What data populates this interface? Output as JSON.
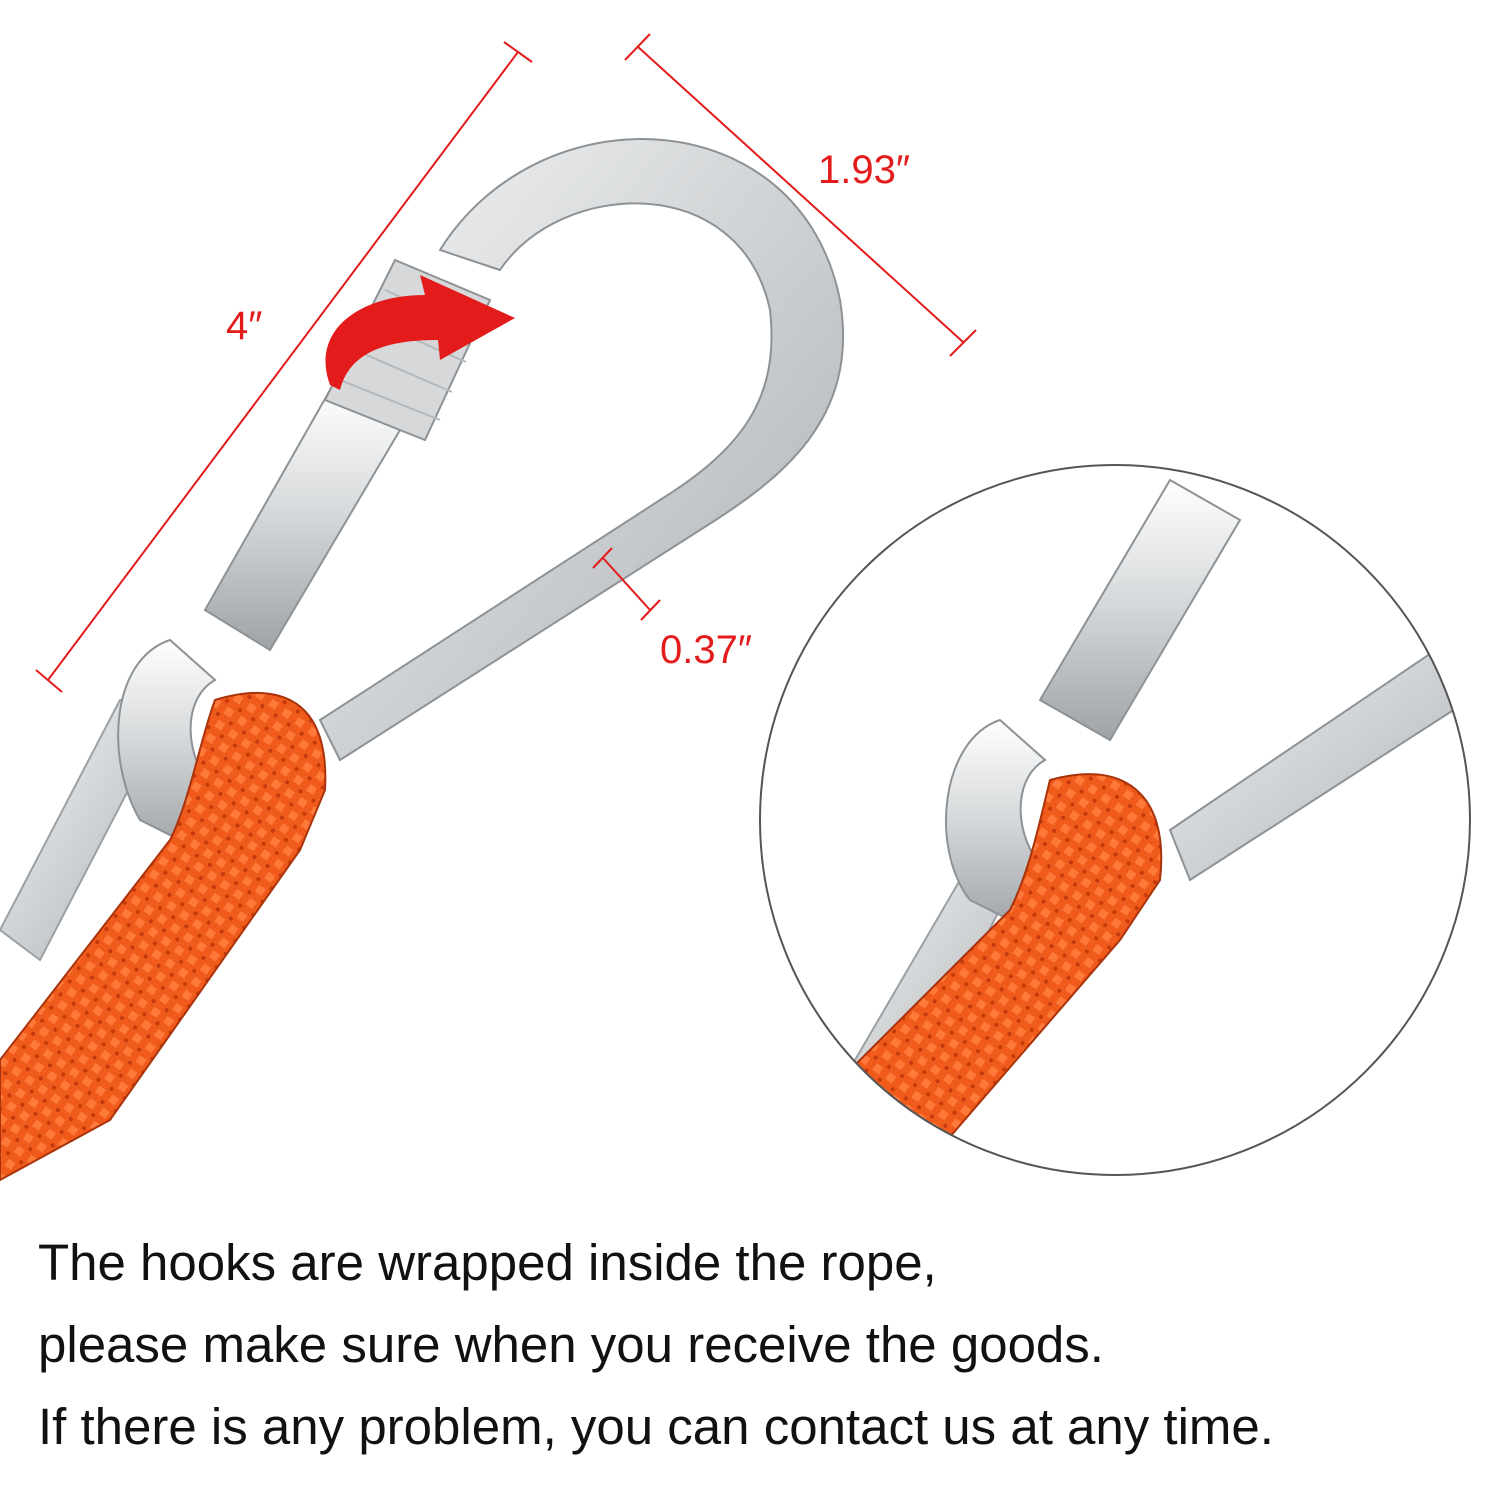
{
  "dimensions": {
    "length": "4″",
    "width": "1.93″",
    "thickness": "0.37″"
  },
  "caption": {
    "lines": [
      "The hooks are wrapped inside the rope,",
      "please make sure when you receive the goods.",
      "If there is any problem, you can contact us at any time."
    ]
  },
  "colors": {
    "dimension_color": "#e31b1b",
    "rope_color": "#f05a1a",
    "metal_color": "#d7d9db",
    "caption_color": "#111111"
  }
}
